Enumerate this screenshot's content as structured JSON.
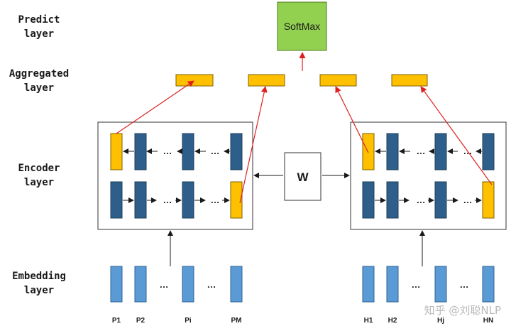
{
  "layers": {
    "predict": [
      "Predict",
      "layer"
    ],
    "aggregated": [
      "Aggregated",
      "layer"
    ],
    "encoder": [
      "Encoder",
      "layer"
    ],
    "embedding": [
      "Embedding",
      "layer"
    ]
  },
  "softmax_label": "SoftMax",
  "w_label": "W",
  "ellipsis": "…",
  "encoder_dots": "…",
  "premise_tokens": [
    "P1",
    "P2",
    "Pi",
    "PM"
  ],
  "hypothesis_tokens": [
    "H1",
    "H2",
    "Hj",
    "HN"
  ],
  "watermark": "知乎 @刘聪NLP",
  "colors": {
    "embedding": "#5b9bd5",
    "encoder": "#2e5f8a",
    "highlight": "#ffc000",
    "softmax": "#92d050",
    "attention_line": "#e02020",
    "text": "#1a1a1a"
  }
}
